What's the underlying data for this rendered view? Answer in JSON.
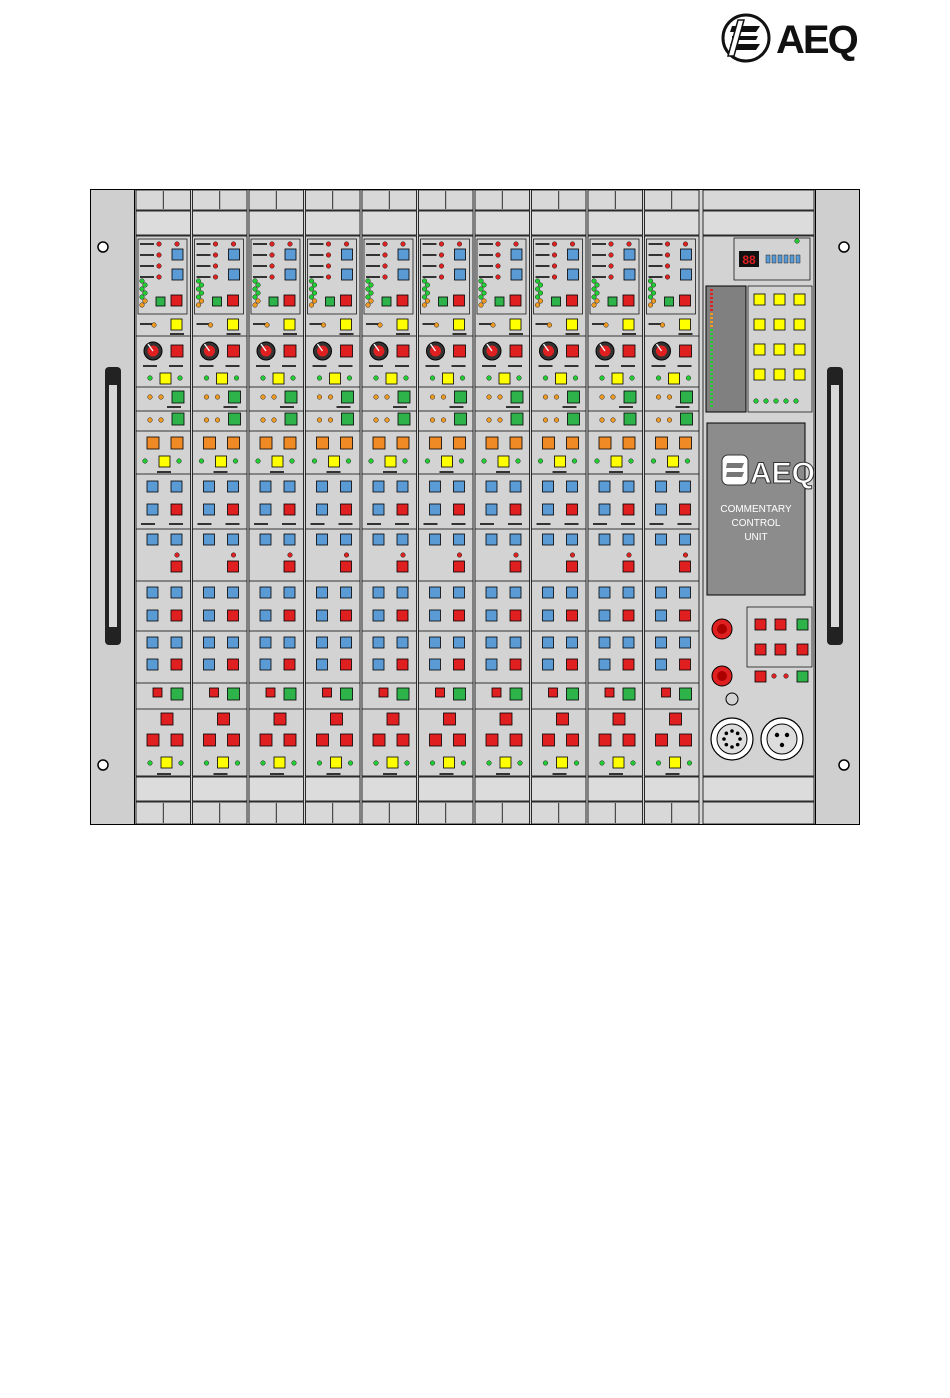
{
  "brand": {
    "logo_text": "AEQ",
    "logo_icon": "aeq-emblem-icon"
  },
  "device": {
    "panel_logo_text": "AEQ",
    "panel_title": [
      "COMMENTARY",
      "CONTROL",
      "UNIT"
    ],
    "channel_module_count": 10,
    "rack_handles": 2,
    "rack_screw_holes": 4,
    "connectors": [
      "xlr-multipin-connector-icon",
      "xlr-3pin-connector-icon"
    ],
    "headphone_symbol": "headphone-icon",
    "knob_count_master": 2,
    "seven_segment_display": "88",
    "colors": {
      "rack_gray": "#cfcfcf",
      "module_face": "#d3d3d3",
      "blue_key": "#5b9bd5",
      "red_key": "#e02020",
      "green_key": "#2eb24a",
      "yellow_key": "#ffff00",
      "orange_key": "#f08a24",
      "led_green": "#22cc33",
      "led_red": "#dd2222",
      "led_orange": "#ee9922",
      "display_panel": "#8c8c8c"
    }
  }
}
